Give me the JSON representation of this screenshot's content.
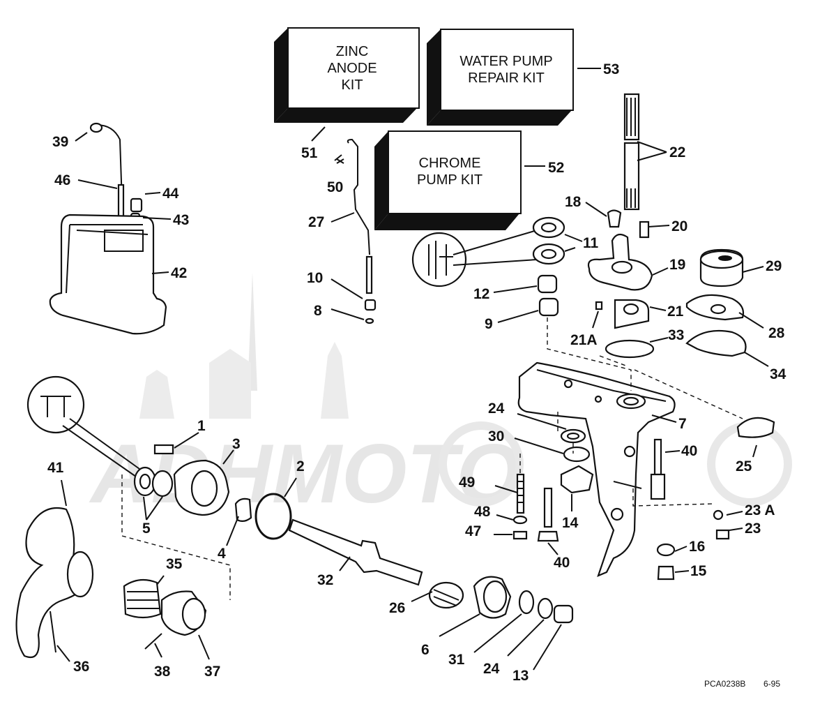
{
  "kits": {
    "zinc": [
      "ZINC",
      "ANODE",
      "KIT"
    ],
    "water": [
      "WATER PUMP",
      "REPAIR KIT"
    ],
    "chrome": [
      "CHROME",
      "PUMP KIT"
    ]
  },
  "labels": {
    "l1": "1",
    "l2": "2",
    "l3": "3",
    "l4": "4",
    "l5": "5",
    "l6": "6",
    "l7": "7",
    "l8": "8",
    "l9": "9",
    "l10": "10",
    "l11": "11",
    "l12": "12",
    "l13": "13",
    "l14": "14",
    "l15": "15",
    "l16": "16",
    "l18": "18",
    "l19": "19",
    "l20": "20",
    "l21": "21",
    "l21a": "21A",
    "l22": "22",
    "l23": "23",
    "l23a": "23 A",
    "l24a": "24",
    "l24b": "24",
    "l25": "25",
    "l26": "26",
    "l27": "27",
    "l28": "28",
    "l29": "29",
    "l30": "30",
    "l31": "31",
    "l32": "32",
    "l33": "33",
    "l34": "34",
    "l35": "35",
    "l36": "36",
    "l37": "37",
    "l38": "38",
    "l39": "39",
    "l40a": "40",
    "l40b": "40",
    "l41": "41",
    "l42": "42",
    "l43": "43",
    "l44": "44",
    "l46": "46",
    "l47": "47",
    "l48": "48",
    "l49": "49",
    "l50": "50",
    "l51": "51",
    "l52": "52",
    "l53": "53"
  },
  "footer": {
    "code": "PCA0238B",
    "date": "6-95"
  },
  "watermark": "ADHMOTO"
}
